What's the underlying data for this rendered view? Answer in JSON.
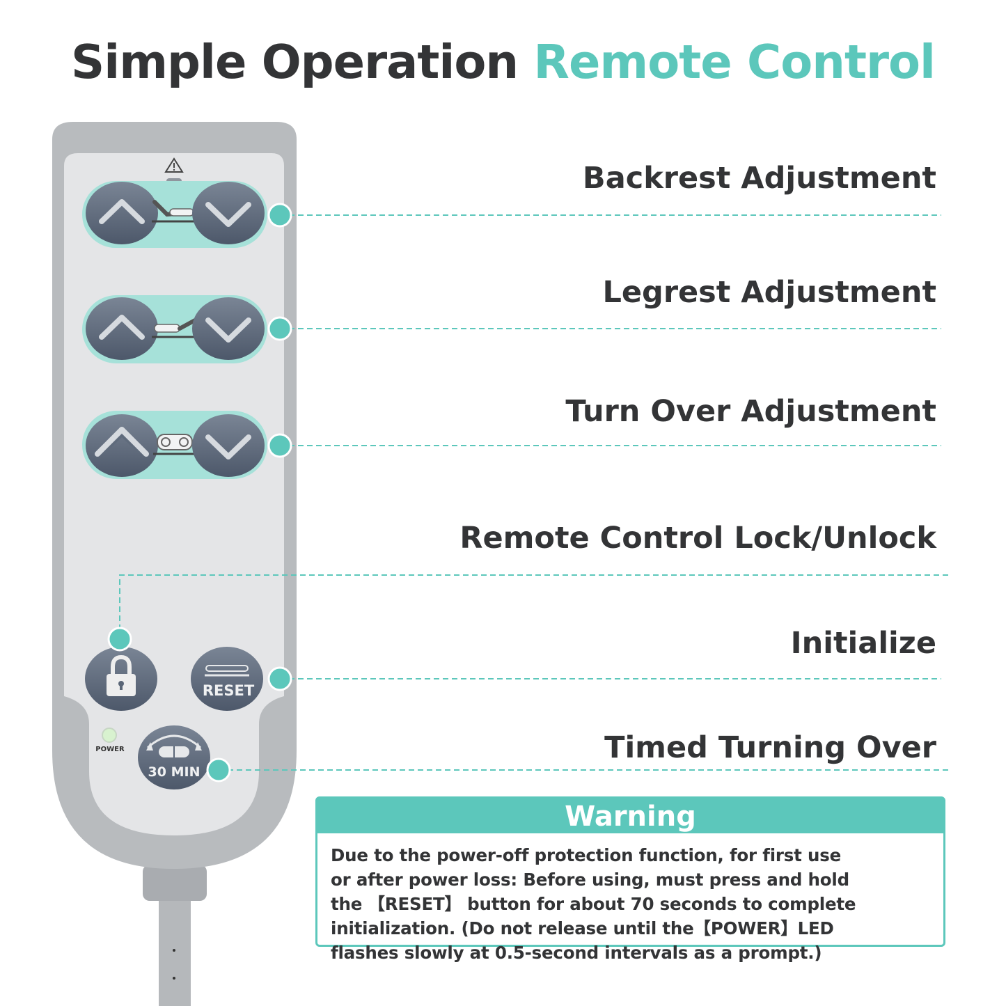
{
  "title": {
    "part1": "Simple Operation",
    "part2": "Remote Control"
  },
  "features": {
    "backrest": "Backrest Adjustment",
    "legrest": "Legrest Adjustment",
    "turn_over": "Turn Over Adjustment",
    "lock": "Remote Control Lock/Unlock",
    "initialize": "Initialize",
    "timed": "Timed Turning Over"
  },
  "remote": {
    "reset_label": "RESET",
    "power_label": "POWER",
    "timer_label": "30 MIN"
  },
  "warning": {
    "title": "Warning",
    "lines": [
      "Due to the power-off protection function, for first use",
      "or after power loss: Before using, must press and hold",
      "the 【RESET】 button for about 70 seconds to complete",
      "initialization. (Do not release until the【POWER】LED",
      "flashes slowly at 0.5-second intervals as a prompt.)"
    ]
  },
  "colors": {
    "accent": "#5cc7bb",
    "text": "#333436",
    "button": "#5a6677",
    "remote_body": "#b9bcbf",
    "remote_face": "#e4e5e7"
  }
}
